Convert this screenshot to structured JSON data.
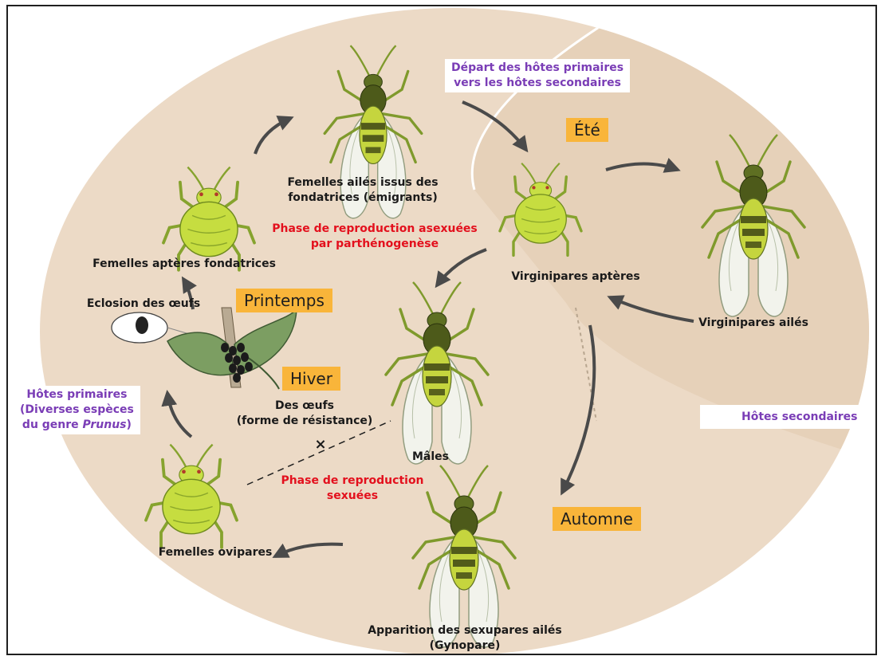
{
  "colors": {
    "primary_zone": "#ecdac6",
    "secondary_zone": "#e6d1b9",
    "season_box": "#f9b53a",
    "red_text": "#e3101d",
    "purple_text": "#7a3db6",
    "aphid_green": "#b9d93a",
    "arrow": "#4a4a4a"
  },
  "seasons": {
    "printemps": "Printemps",
    "ete": "Été",
    "hiver": "Hiver",
    "automne": "Automne"
  },
  "phases": {
    "asexual_line1": "Phase de reproduction asexuées",
    "asexual_line2": "par parthénogenèse",
    "sexual_line1": "Phase de reproduction",
    "sexual_line2": "sexuées"
  },
  "hosts": {
    "depart_line1": "Départ des hôtes primaires",
    "depart_line2": "vers les hôtes secondaires",
    "primary_line1": "Hôtes primaires",
    "primary_line2": "(Diverses espèces",
    "primary_line3_a": "du genre ",
    "primary_line3_b": "Prunus",
    "primary_line3_c": ")",
    "secondary": "Hôtes secondaires"
  },
  "stages": {
    "emigrants_line1": "Femelles ailés issus des",
    "emigrants_line2": "fondatrices (émigrants)",
    "fondatrices": "Femelles aptères fondatrices",
    "eclosion": "Eclosion des œufs",
    "oeufs_line1": "Des œufs",
    "oeufs_line2": "(forme de résistance)",
    "virginipares_apteres": "Virginipares aptères",
    "virginipares_ailes": "Virginipares ailés",
    "males": "Mâles",
    "ovipares": "Femelles ovipares",
    "sexupares_line1": "Apparition des sexupares ailés",
    "sexupares_line2": "(Gynopare)"
  },
  "cross_mark": "×"
}
